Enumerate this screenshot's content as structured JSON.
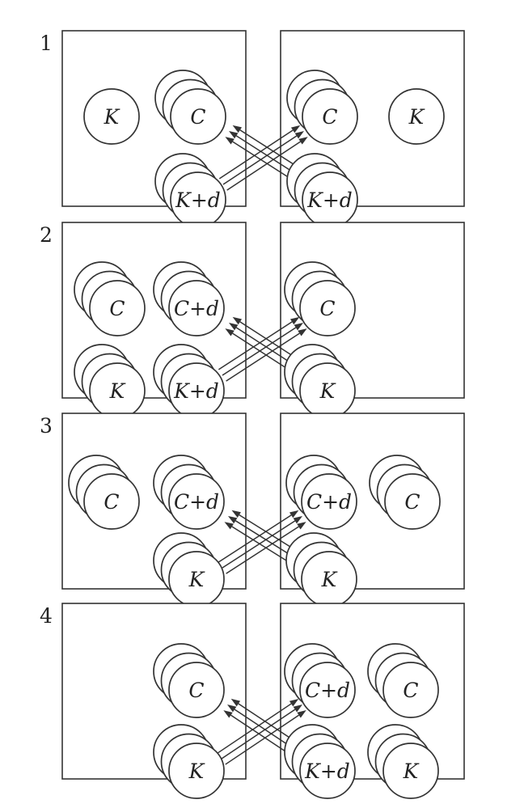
{
  "diagram": {
    "rows": [
      {
        "number": "1",
        "left": [
          {
            "label": "K",
            "stacked": false
          },
          {
            "label": "C",
            "stacked": true
          },
          {
            "label": "K+d",
            "stacked": true
          }
        ],
        "right": [
          {
            "label": "C",
            "stacked": true
          },
          {
            "label": "K+d",
            "stacked": true
          },
          {
            "label": "K",
            "stacked": false
          }
        ]
      },
      {
        "number": "2",
        "left": [
          {
            "label": "C",
            "stacked": true
          },
          {
            "label": "K",
            "stacked": true
          },
          {
            "label": "C+d",
            "stacked": true
          },
          {
            "label": "K+d",
            "stacked": true
          }
        ],
        "right": [
          {
            "label": "C",
            "stacked": true
          },
          {
            "label": "K",
            "stacked": true
          }
        ]
      },
      {
        "number": "3",
        "left": [
          {
            "label": "C",
            "stacked": true
          },
          {
            "label": "C+d",
            "stacked": true
          },
          {
            "label": "K",
            "stacked": true
          }
        ],
        "right": [
          {
            "label": "C+d",
            "stacked": true
          },
          {
            "label": "K",
            "stacked": true
          },
          {
            "label": "C",
            "stacked": true
          }
        ]
      },
      {
        "number": "4",
        "left": [
          {
            "label": "C",
            "stacked": true
          },
          {
            "label": "K",
            "stacked": true
          }
        ],
        "right": [
          {
            "label": "C+d",
            "stacked": true
          },
          {
            "label": "K+d",
            "stacked": true
          },
          {
            "label": "C",
            "stacked": true
          },
          {
            "label": "K",
            "stacked": true
          }
        ]
      }
    ]
  }
}
